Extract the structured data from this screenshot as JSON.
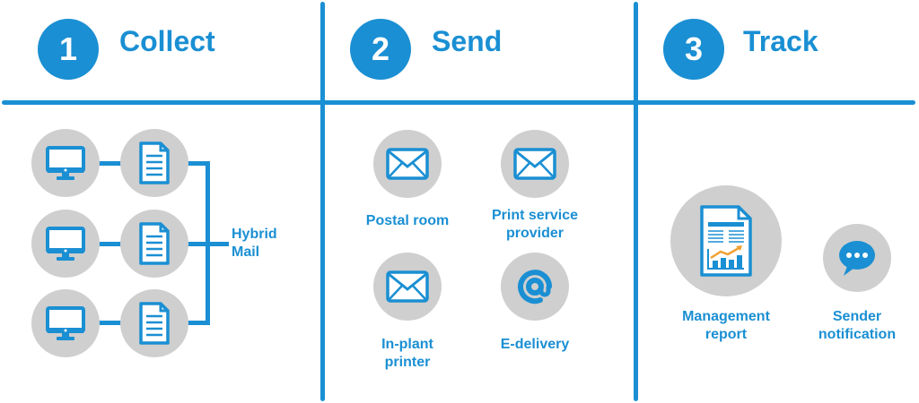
{
  "colors": {
    "accent": "#1a8fd3",
    "circle_bg": "#cfcfcf",
    "chart_arrow": "#f0a030"
  },
  "steps": [
    {
      "number": "1",
      "title": "Collect"
    },
    {
      "number": "2",
      "title": "Send"
    },
    {
      "number": "3",
      "title": "Track"
    }
  ],
  "collect": {
    "rows": [
      {
        "source_icon": "monitor-icon",
        "doc_icon": "document-icon"
      },
      {
        "source_icon": "monitor-icon",
        "doc_icon": "document-icon"
      },
      {
        "source_icon": "monitor-icon",
        "doc_icon": "document-icon"
      }
    ],
    "output_label_line1": "Hybrid",
    "output_label_line2": "Mail"
  },
  "send": {
    "channels": [
      {
        "icon": "envelope-icon",
        "line1": "Postal room",
        "line2": ""
      },
      {
        "icon": "envelope-icon",
        "line1": "Print service",
        "line2": "provider"
      },
      {
        "icon": "envelope-icon",
        "line1": "In-plant",
        "line2": "printer"
      },
      {
        "icon": "at-sign-icon",
        "line1": "E-delivery",
        "line2": ""
      }
    ]
  },
  "track": {
    "items": [
      {
        "icon": "report-chart-icon",
        "line1": "Management",
        "line2": "report"
      },
      {
        "icon": "chat-bubble-icon",
        "line1": "Sender",
        "line2": "notification"
      }
    ]
  }
}
